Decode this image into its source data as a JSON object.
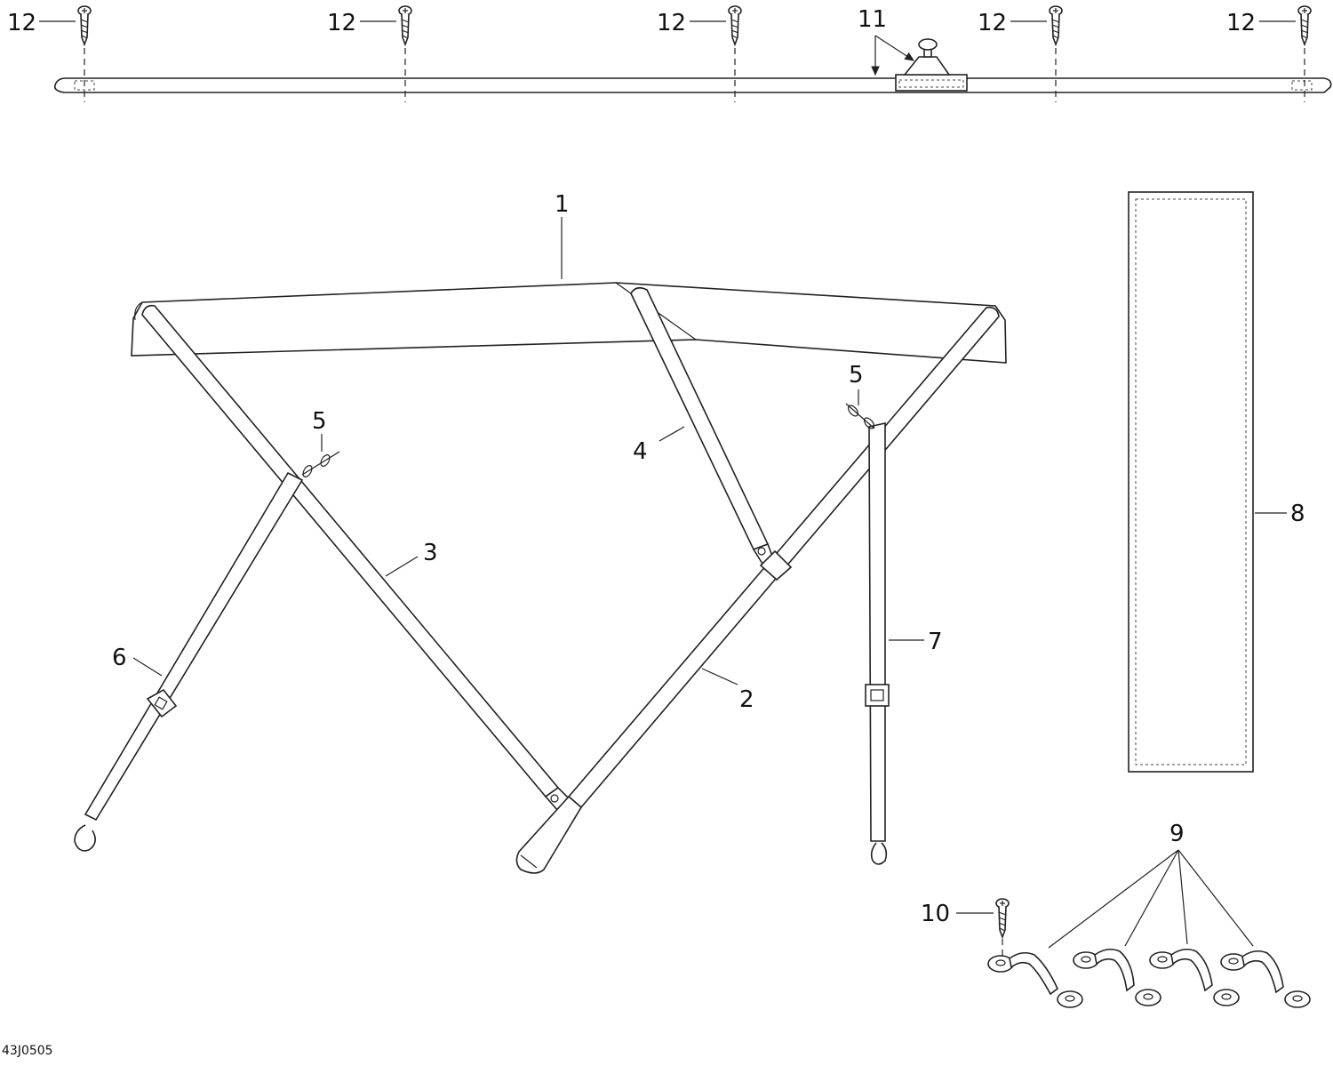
{
  "diagram": {
    "drawing_ref": "43J0505",
    "callouts": {
      "c1": "1",
      "c2": "2",
      "c3": "3",
      "c4": "4",
      "c5a": "5",
      "c5b": "5",
      "c6": "6",
      "c7": "7",
      "c8": "8",
      "c9": "9",
      "c10": "10",
      "c11": "11",
      "c12a": "12",
      "c12b": "12",
      "c12c": "12",
      "c12d": "12",
      "c12e": "12"
    }
  }
}
